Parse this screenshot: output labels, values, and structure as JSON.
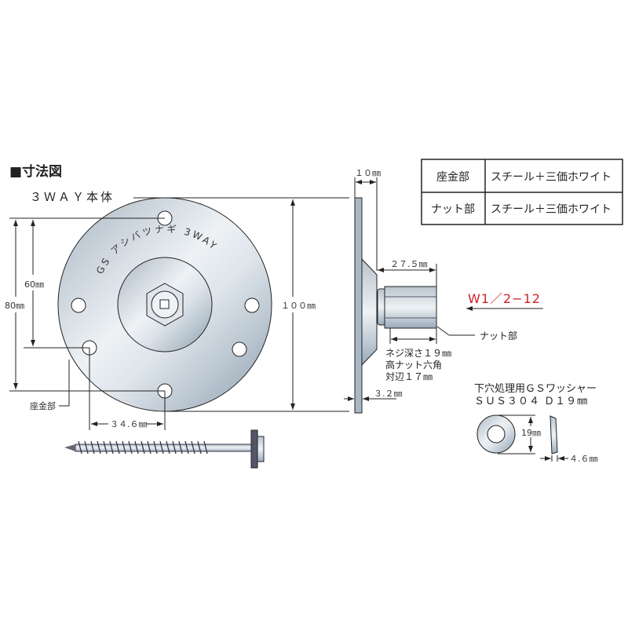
{
  "title": "■寸法図",
  "subtitle": "３ＷＡＹ本体",
  "disc_engraving": "GS アシバツナギ 3WAY",
  "dims": {
    "d60": "60㎜",
    "d80": "80㎜",
    "d100": "１００㎜",
    "d346": "３４.６㎜",
    "d10": "１０㎜",
    "d275": "２７.５㎜",
    "d32": "３.２㎜",
    "d19": "19㎜",
    "d46": "４.６㎜"
  },
  "labels": {
    "zagane": "座金部",
    "nut": "ナット部",
    "thread": "W1／2−12",
    "nut_note": [
      "ネジ深さ１９㎜",
      "高ナット六角",
      "対辺１７㎜"
    ],
    "washer_title": "下穴処理用ＧＳワッシャー",
    "washer_spec": "ＳＵＳ３０４ Ｄ１９㎜"
  },
  "material_table": [
    {
      "part": "座金部",
      "material": "スチール＋三価ホワイト"
    },
    {
      "part": "ナット部",
      "material": "スチール＋三価ホワイト"
    }
  ],
  "colors": {
    "thread_label": "#d0202a",
    "metal": "#c9d3dc"
  }
}
